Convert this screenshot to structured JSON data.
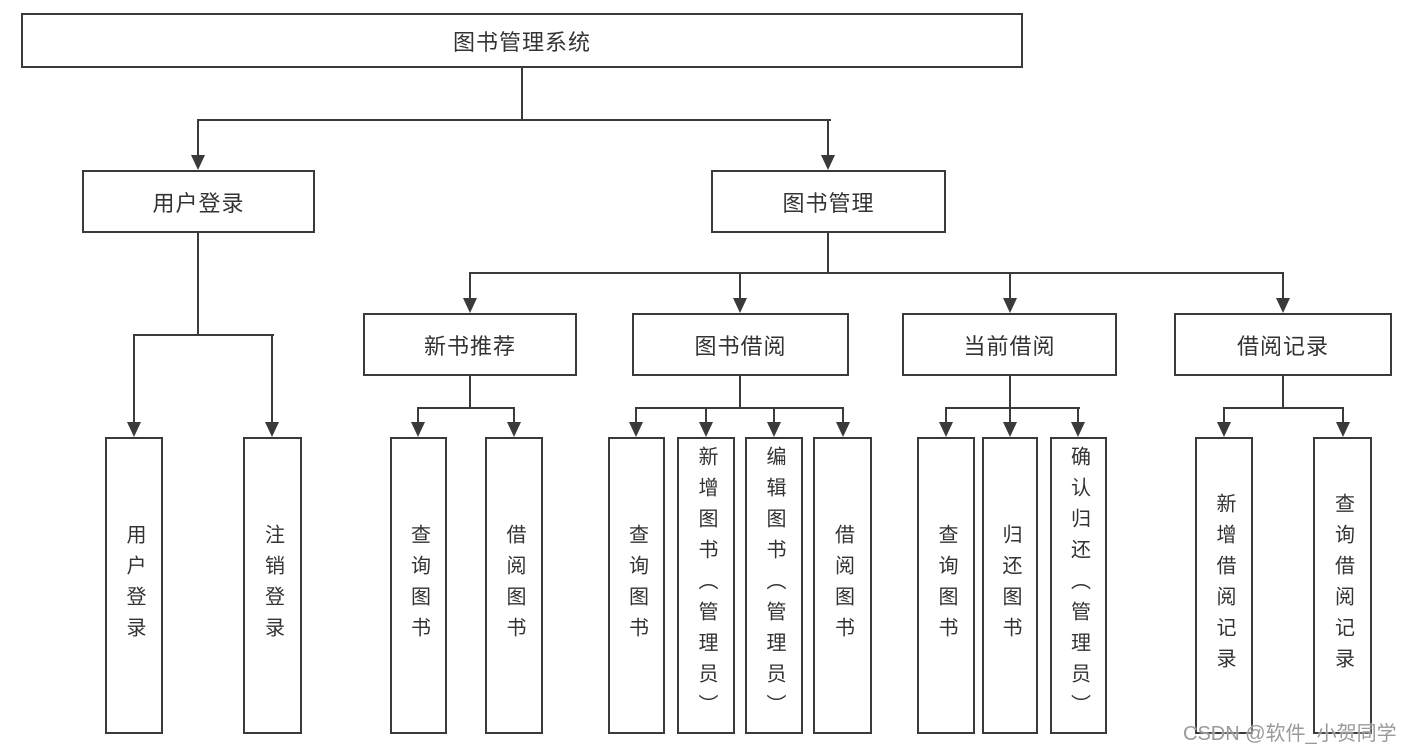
{
  "diagram": {
    "root": {
      "label": "图书管理系统"
    },
    "branches": {
      "user_login": {
        "label": "用户登录",
        "children": {
          "login": "用户登录",
          "logout": "注销登录"
        }
      },
      "book_mgmt": {
        "label": "图书管理",
        "children": {
          "new_books": {
            "label": "新书推荐",
            "children": {
              "query": "查询图书",
              "borrow": "借阅图书"
            }
          },
          "borrowing": {
            "label": "图书借阅",
            "children": {
              "query": "查询图书",
              "add": "新增图书（管理员）",
              "edit": "编辑图书（管理员）",
              "borrow": "借阅图书"
            }
          },
          "current": {
            "label": "当前借阅",
            "children": {
              "query": "查询图书",
              "return": "归还图书",
              "confirm": "确认归还（管理员）"
            }
          },
          "records": {
            "label": "借阅记录",
            "children": {
              "add": "新增借阅记录",
              "query": "查询借阅记录"
            }
          }
        }
      }
    }
  },
  "watermark": {
    "text": "CSDN @软件_小贺同学"
  },
  "colors": {
    "line": "#3a3a3a",
    "text": "#333333",
    "watermark": "#9a9a9a",
    "background": "#ffffff"
  }
}
